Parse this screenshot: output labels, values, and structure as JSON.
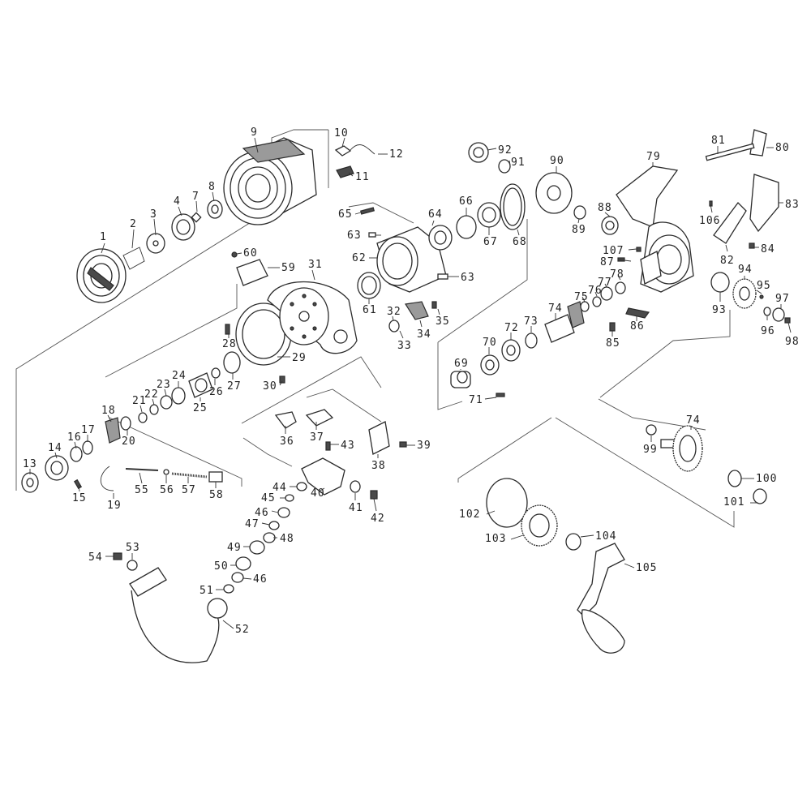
{
  "diagram": {
    "callouts": [
      {
        "id": "c1",
        "text": "1"
      },
      {
        "id": "c2",
        "text": "2"
      },
      {
        "id": "c3",
        "text": "3"
      },
      {
        "id": "c4",
        "text": "4"
      },
      {
        "id": "c7",
        "text": "7"
      },
      {
        "id": "c8",
        "text": "8"
      },
      {
        "id": "c9",
        "text": "9"
      },
      {
        "id": "c10",
        "text": "10"
      },
      {
        "id": "c11",
        "text": "11"
      },
      {
        "id": "c12",
        "text": "12"
      },
      {
        "id": "c13",
        "text": "13"
      },
      {
        "id": "c14",
        "text": "14"
      },
      {
        "id": "c15",
        "text": "15"
      },
      {
        "id": "c16",
        "text": "16"
      },
      {
        "id": "c17",
        "text": "17"
      },
      {
        "id": "c18",
        "text": "18"
      },
      {
        "id": "c19",
        "text": "19"
      },
      {
        "id": "c20",
        "text": "20"
      },
      {
        "id": "c21",
        "text": "21"
      },
      {
        "id": "c22",
        "text": "22"
      },
      {
        "id": "c23",
        "text": "23"
      },
      {
        "id": "c24",
        "text": "24"
      },
      {
        "id": "c25",
        "text": "25"
      },
      {
        "id": "c26",
        "text": "26"
      },
      {
        "id": "c27",
        "text": "27"
      },
      {
        "id": "c28",
        "text": "28"
      },
      {
        "id": "c29",
        "text": "29"
      },
      {
        "id": "c30",
        "text": "30"
      },
      {
        "id": "c31",
        "text": "31"
      },
      {
        "id": "c32",
        "text": "32"
      },
      {
        "id": "c33",
        "text": "33"
      },
      {
        "id": "c34",
        "text": "34"
      },
      {
        "id": "c35",
        "text": "35"
      },
      {
        "id": "c36",
        "text": "36"
      },
      {
        "id": "c37",
        "text": "37"
      },
      {
        "id": "c38",
        "text": "38"
      },
      {
        "id": "c39",
        "text": "39"
      },
      {
        "id": "c40",
        "text": "40"
      },
      {
        "id": "c41",
        "text": "41"
      },
      {
        "id": "c42",
        "text": "42"
      },
      {
        "id": "c43",
        "text": "43"
      },
      {
        "id": "c44",
        "text": "44"
      },
      {
        "id": "c45",
        "text": "45"
      },
      {
        "id": "c46a",
        "text": "46"
      },
      {
        "id": "c46b",
        "text": "46"
      },
      {
        "id": "c47",
        "text": "47"
      },
      {
        "id": "c48",
        "text": "48"
      },
      {
        "id": "c49",
        "text": "49"
      },
      {
        "id": "c50",
        "text": "50"
      },
      {
        "id": "c51",
        "text": "51"
      },
      {
        "id": "c52",
        "text": "52"
      },
      {
        "id": "c53",
        "text": "53"
      },
      {
        "id": "c54",
        "text": "54"
      },
      {
        "id": "c55",
        "text": "55"
      },
      {
        "id": "c56",
        "text": "56"
      },
      {
        "id": "c57",
        "text": "57"
      },
      {
        "id": "c58",
        "text": "58"
      },
      {
        "id": "c59",
        "text": "59"
      },
      {
        "id": "c60",
        "text": "60"
      },
      {
        "id": "c61",
        "text": "61"
      },
      {
        "id": "c62",
        "text": "62"
      },
      {
        "id": "c63a",
        "text": "63"
      },
      {
        "id": "c63b",
        "text": "63"
      },
      {
        "id": "c64",
        "text": "64"
      },
      {
        "id": "c65",
        "text": "65"
      },
      {
        "id": "c66",
        "text": "66"
      },
      {
        "id": "c67",
        "text": "67"
      },
      {
        "id": "c68",
        "text": "68"
      },
      {
        "id": "c69",
        "text": "69"
      },
      {
        "id": "c70",
        "text": "70"
      },
      {
        "id": "c71",
        "text": "71"
      },
      {
        "id": "c72",
        "text": "72"
      },
      {
        "id": "c73",
        "text": "73"
      },
      {
        "id": "c74a",
        "text": "74"
      },
      {
        "id": "c74b",
        "text": "74"
      },
      {
        "id": "c75",
        "text": "75"
      },
      {
        "id": "c76",
        "text": "76"
      },
      {
        "id": "c77",
        "text": "77"
      },
      {
        "id": "c78",
        "text": "78"
      },
      {
        "id": "c79",
        "text": "79"
      },
      {
        "id": "c80",
        "text": "80"
      },
      {
        "id": "c81",
        "text": "81"
      },
      {
        "id": "c82",
        "text": "82"
      },
      {
        "id": "c83",
        "text": "83"
      },
      {
        "id": "c84",
        "text": "84"
      },
      {
        "id": "c85",
        "text": "85"
      },
      {
        "id": "c86",
        "text": "86"
      },
      {
        "id": "c87",
        "text": "87"
      },
      {
        "id": "c88",
        "text": "88"
      },
      {
        "id": "c89",
        "text": "89"
      },
      {
        "id": "c90",
        "text": "90"
      },
      {
        "id": "c91",
        "text": "91"
      },
      {
        "id": "c92",
        "text": "92"
      },
      {
        "id": "c93",
        "text": "93"
      },
      {
        "id": "c94",
        "text": "94"
      },
      {
        "id": "c95",
        "text": "95"
      },
      {
        "id": "c96",
        "text": "96"
      },
      {
        "id": "c97",
        "text": "97"
      },
      {
        "id": "c98",
        "text": "98"
      },
      {
        "id": "c99",
        "text": "99"
      },
      {
        "id": "c100",
        "text": "100"
      },
      {
        "id": "c101",
        "text": "101"
      },
      {
        "id": "c102",
        "text": "102"
      },
      {
        "id": "c103",
        "text": "103"
      },
      {
        "id": "c104",
        "text": "104"
      },
      {
        "id": "c105",
        "text": "105"
      },
      {
        "id": "c106",
        "text": "106"
      },
      {
        "id": "c107",
        "text": "107"
      }
    ]
  }
}
